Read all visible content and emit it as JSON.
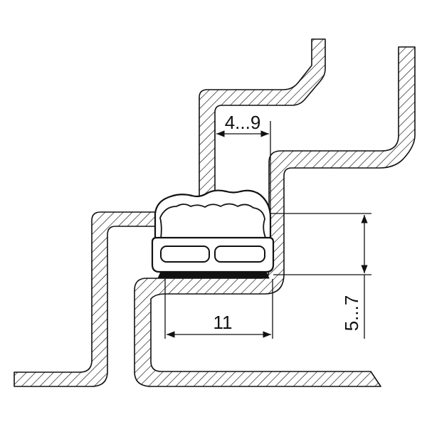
{
  "dimensions": {
    "gap_width": "4...9",
    "seal_width": "11",
    "seal_height": "5...7"
  },
  "colors": {
    "line": "#111111",
    "background": "#ffffff"
  }
}
